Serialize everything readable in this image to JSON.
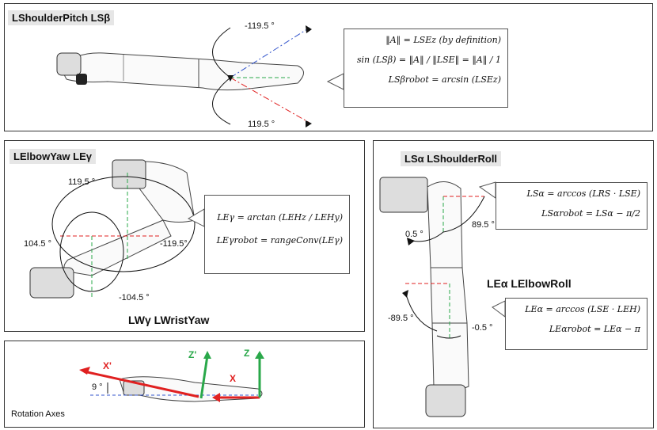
{
  "panels": {
    "shoulder_pitch": {
      "label": "LShoulderPitch   LSβ",
      "angle_top": "-119.5 °",
      "angle_bottom": "119.5 °",
      "equations": [
        "‖A‖ = LSEz    (by   definition)",
        "sin (LSβ) = ‖A‖ / ‖LSE‖ = ‖A‖ / 1",
        "LSβrobot = arcsin (LSEz)"
      ]
    },
    "elbow_yaw": {
      "label": "LElbowYaw   LEγ",
      "label2": "LWγ  LWristYaw",
      "angle_top": "119.5 °",
      "angle_left": "104.5 °",
      "angle_right": "-119.5°",
      "angle_bottom": "-104.5 °",
      "equations": [
        "LEγ = arctan (LEHz / LEHy)",
        "LEγrobot = rangeConv(LEγ)"
      ]
    },
    "rotation_axes": {
      "label": "Rotation Axes",
      "angle": "9 °",
      "axis_labels": [
        "X'",
        "Z'",
        "X",
        "Z"
      ]
    },
    "shoulder_roll": {
      "label": "LSα  LShoulderRoll",
      "label2": "LEα  LElbowRoll",
      "angle_sr_right": "89.5 °",
      "angle_sr_left": "0.5 °",
      "angle_er_left": "-89.5 °",
      "angle_er_right": "-0.5 °",
      "equations_sr": [
        "LSα = arccos (LRS · LSE)",
        "LSαrobot = LSα − π/2"
      ],
      "equations_er": [
        "LEα = arccos (LSE · LEH)",
        "LEαrobot = LEα − π"
      ]
    }
  },
  "colors": {
    "axis_red": "#e02020",
    "axis_green": "#2aa84a",
    "axis_blue": "#3355cc",
    "label_bg": "#e6e6e6"
  }
}
